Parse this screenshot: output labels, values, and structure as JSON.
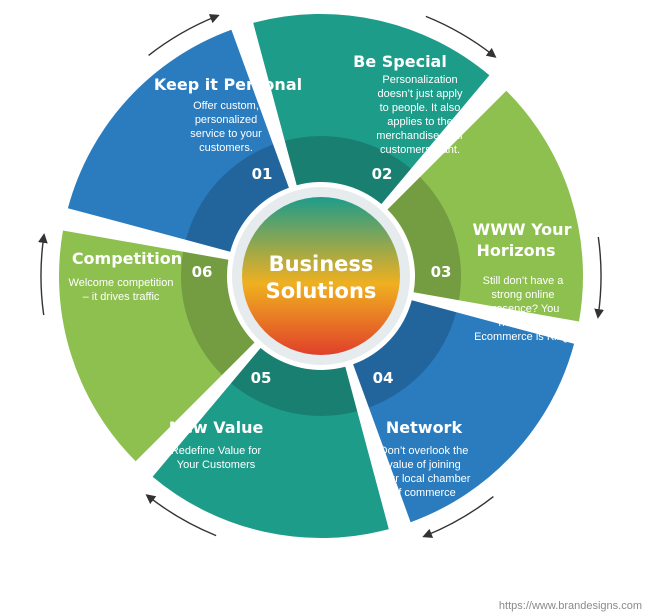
{
  "center": {
    "lines": [
      "Business",
      "Solutions"
    ]
  },
  "colors": {
    "blue": "#2a7cbf",
    "teal": "#1e9c8a",
    "green": "#8ec050",
    "center_gradient_top": "#1e9c8a",
    "center_gradient_mid": "#f0b020",
    "center_gradient_bottom": "#e0402a",
    "ring": "#e6ebee"
  },
  "segments": [
    {
      "number": "01",
      "title": "Keep it Personal",
      "body": [
        "Offer custom,",
        "personalized",
        "service to your",
        "customers."
      ],
      "color": "#2a7cbf"
    },
    {
      "number": "02",
      "title": "Be Special",
      "body": [
        "Personalization",
        "doesn’t just apply",
        "to people. It also",
        "applies to the",
        "merchandise your",
        "customers want."
      ],
      "color": "#1e9c8a"
    },
    {
      "number": "03",
      "title": [
        "WWW Your",
        "Horizons"
      ],
      "body": [
        "Still don’t have a",
        "strong online",
        "presence? You",
        "need one.",
        "Ecommerce is King."
      ],
      "color": "#8ec050"
    },
    {
      "number": "04",
      "title": "Network",
      "body": [
        "Don’t overlook the",
        "value of joining",
        "your local chamber",
        "of commerce"
      ],
      "color": "#2a7cbf"
    },
    {
      "number": "05",
      "title": "New Value",
      "body": [
        "Redefine Value for",
        "Your Customers"
      ],
      "color": "#1e9c8a"
    },
    {
      "number": "06",
      "title": "Competition",
      "body": [
        "Welcome competition",
        "– it drives traffic"
      ],
      "color": "#8ec050"
    }
  ],
  "watermark": "https://www.brandesigns.com"
}
